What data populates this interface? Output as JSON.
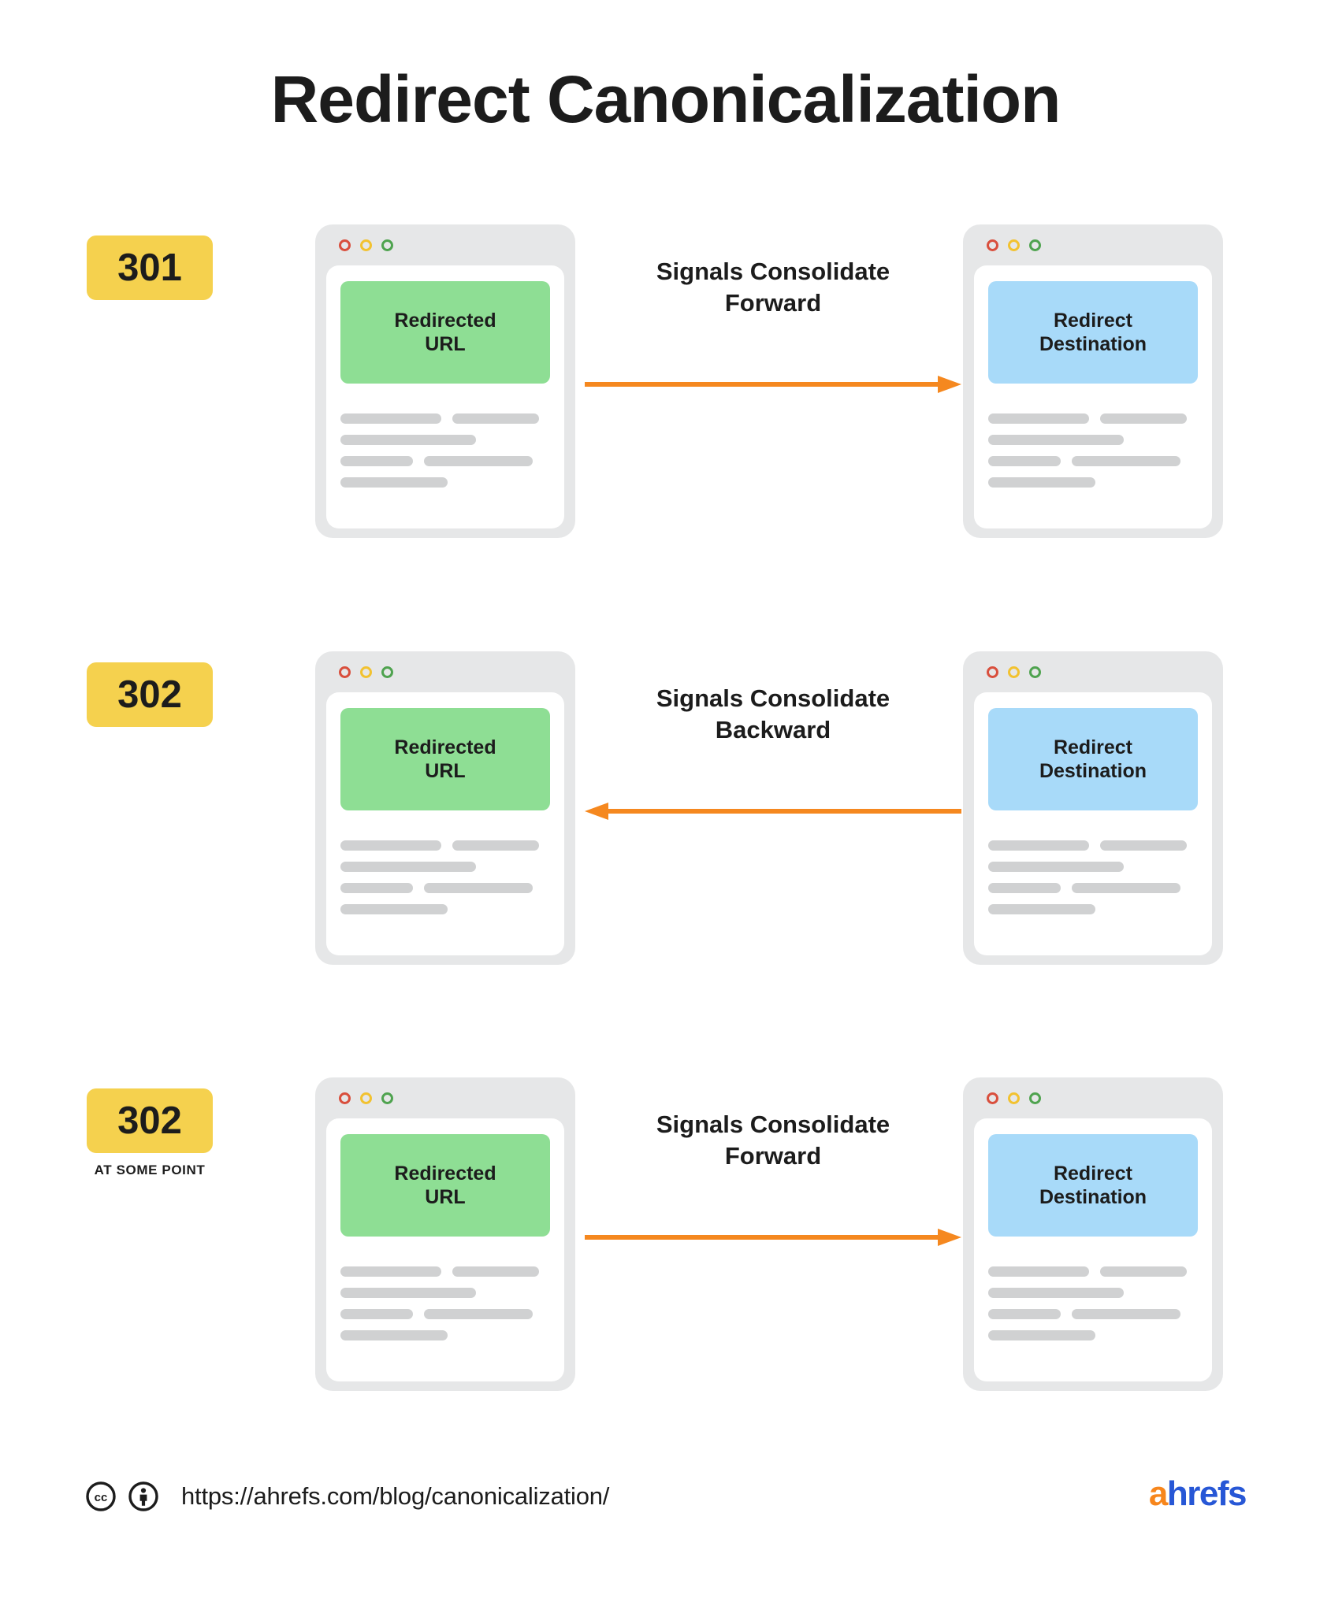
{
  "title": "Redirect Canonicalization",
  "colors": {
    "badge_yellow": "#F5D14E",
    "hero_green": "#8EDE94",
    "hero_blue": "#A8DAF9",
    "arrow_orange": "#F5881F",
    "card_frame_gray": "#E6E7E8",
    "placeholder_gray": "#D0D1D2",
    "text_dark": "#1C1C1C",
    "logo_orange": "#F7861C",
    "logo_blue": "#2757D6"
  },
  "rows": [
    {
      "badge": "301",
      "badge_caption": "",
      "source_card": {
        "hero_label": "Redirected\nURL",
        "hero_line1": "Redirected",
        "hero_line2": "URL",
        "hero_color": "green",
        "dots": [
          "red-dot",
          "yellow-dot",
          "green-dot"
        ]
      },
      "target_card": {
        "hero_line1": "Redirect",
        "hero_line2": "Destination",
        "hero_color": "blue",
        "dots": [
          "red-dot",
          "yellow-dot",
          "green-dot"
        ]
      },
      "connector": {
        "label_line1": "Signals Consolidate",
        "label_line2": "Forward",
        "direction": "right"
      }
    },
    {
      "badge": "302",
      "badge_caption": "",
      "source_card": {
        "hero_line1": "Redirected",
        "hero_line2": "URL",
        "hero_color": "green",
        "dots": [
          "red-dot",
          "yellow-dot",
          "green-dot"
        ]
      },
      "target_card": {
        "hero_line1": "Redirect",
        "hero_line2": "Destination",
        "hero_color": "blue",
        "dots": [
          "red-dot",
          "yellow-dot",
          "green-dot"
        ]
      },
      "connector": {
        "label_line1": "Signals Consolidate",
        "label_line2": "Backward",
        "direction": "left"
      }
    },
    {
      "badge": "302",
      "badge_caption": "AT SOME POINT",
      "source_card": {
        "hero_line1": "Redirected",
        "hero_line2": "URL",
        "hero_color": "green",
        "dots": [
          "red-dot",
          "yellow-dot",
          "green-dot"
        ]
      },
      "target_card": {
        "hero_line1": "Redirect",
        "hero_line2": "Destination",
        "hero_color": "blue",
        "dots": [
          "red-dot",
          "yellow-dot",
          "green-dot"
        ]
      },
      "connector": {
        "label_line1": "Signals Consolidate",
        "label_line2": "Forward",
        "direction": "right"
      }
    }
  ],
  "footer": {
    "license_icons": [
      "creative-commons-icon",
      "creative-commons-by-icon"
    ],
    "url": "https://ahrefs.com/blog/canonicalization/",
    "logo_first": "a",
    "logo_rest": "hrefs"
  }
}
